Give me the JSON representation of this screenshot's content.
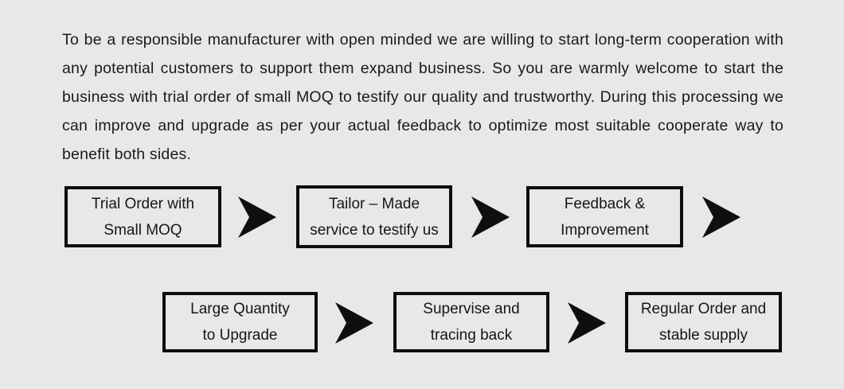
{
  "colors": {
    "background": "#e8e8e8",
    "text": "#1a1a1a",
    "box_border": "#0d0d0d",
    "arrow": "#0f0f0f"
  },
  "intro": {
    "text": "To be a responsible manufacturer with open minded we are willing to start long-term cooperation with any potential customers to support them expand business. So you are warmly welcome to start the business with trial order of small MOQ to testify our quality and trustworthy. During this processing we can improve and upgrade as per your actual feedback to optimize most suitable cooperate way to benefit both sides."
  },
  "flow": {
    "rows": [
      {
        "steps": [
          {
            "line1": "Trial Order with",
            "line2": "Small MOQ"
          },
          {
            "line1": "Tailor – Made",
            "line2": "service to testify us"
          },
          {
            "line1": "Feedback &",
            "line2": "Improvement"
          }
        ]
      },
      {
        "steps": [
          {
            "line1": "Large Quantity",
            "line2": "to Upgrade"
          },
          {
            "line1": "Supervise and",
            "line2": "tracing back"
          },
          {
            "line1": "Regular Order and",
            "line2": "stable supply"
          }
        ]
      }
    ]
  }
}
